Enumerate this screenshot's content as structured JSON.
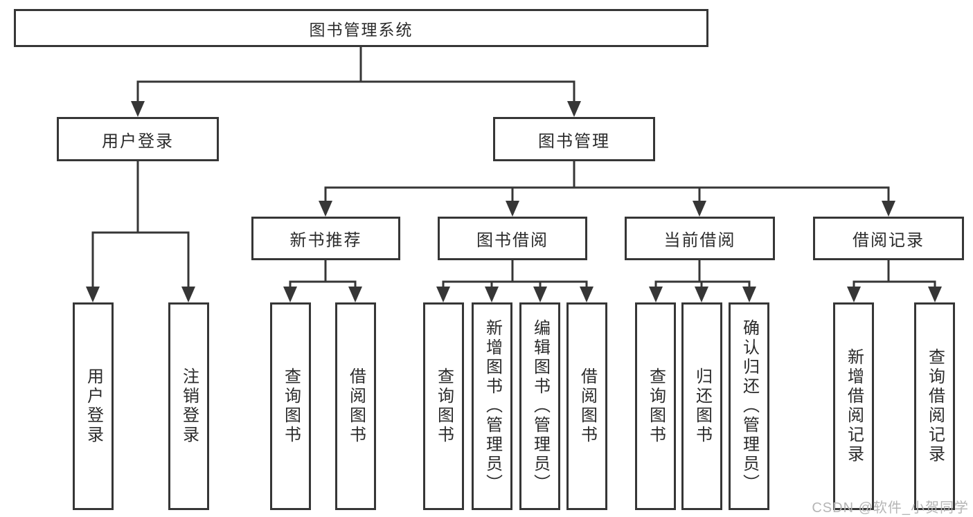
{
  "nodes": {
    "root": {
      "label": "图书管理系统"
    },
    "user_login": {
      "label": "用户登录"
    },
    "book_mgmt": {
      "label": "图书管理"
    },
    "new_book": {
      "label": "新书推荐"
    },
    "book_borrow": {
      "label": "图书借阅"
    },
    "current_borrow": {
      "label": "当前借阅"
    },
    "borrow_record": {
      "label": "借阅记录"
    },
    "leaves": {
      "user_login": [
        {
          "label": "用户登录"
        },
        {
          "label": "注销登录"
        }
      ],
      "new_book": [
        {
          "label": "查询图书"
        },
        {
          "label": "借阅图书"
        }
      ],
      "book_borrow": [
        {
          "label": "查询图书"
        },
        {
          "label": "新增图书（管理员）"
        },
        {
          "label": "编辑图书（管理员）"
        },
        {
          "label": "借阅图书"
        }
      ],
      "current_borrow": [
        {
          "label": "查询图书"
        },
        {
          "label": "归还图书"
        },
        {
          "label": "确认归还（管理员）"
        }
      ],
      "borrow_record": [
        {
          "label": "新增借阅记录"
        },
        {
          "label": "查询借阅记录"
        }
      ]
    }
  },
  "watermark": {
    "text": "CSDN @软件_小贺同学"
  },
  "colors": {
    "line": "#363636",
    "text": "#2b2b2b",
    "watermark": "#b5b5b5",
    "background": "#ffffff"
  }
}
